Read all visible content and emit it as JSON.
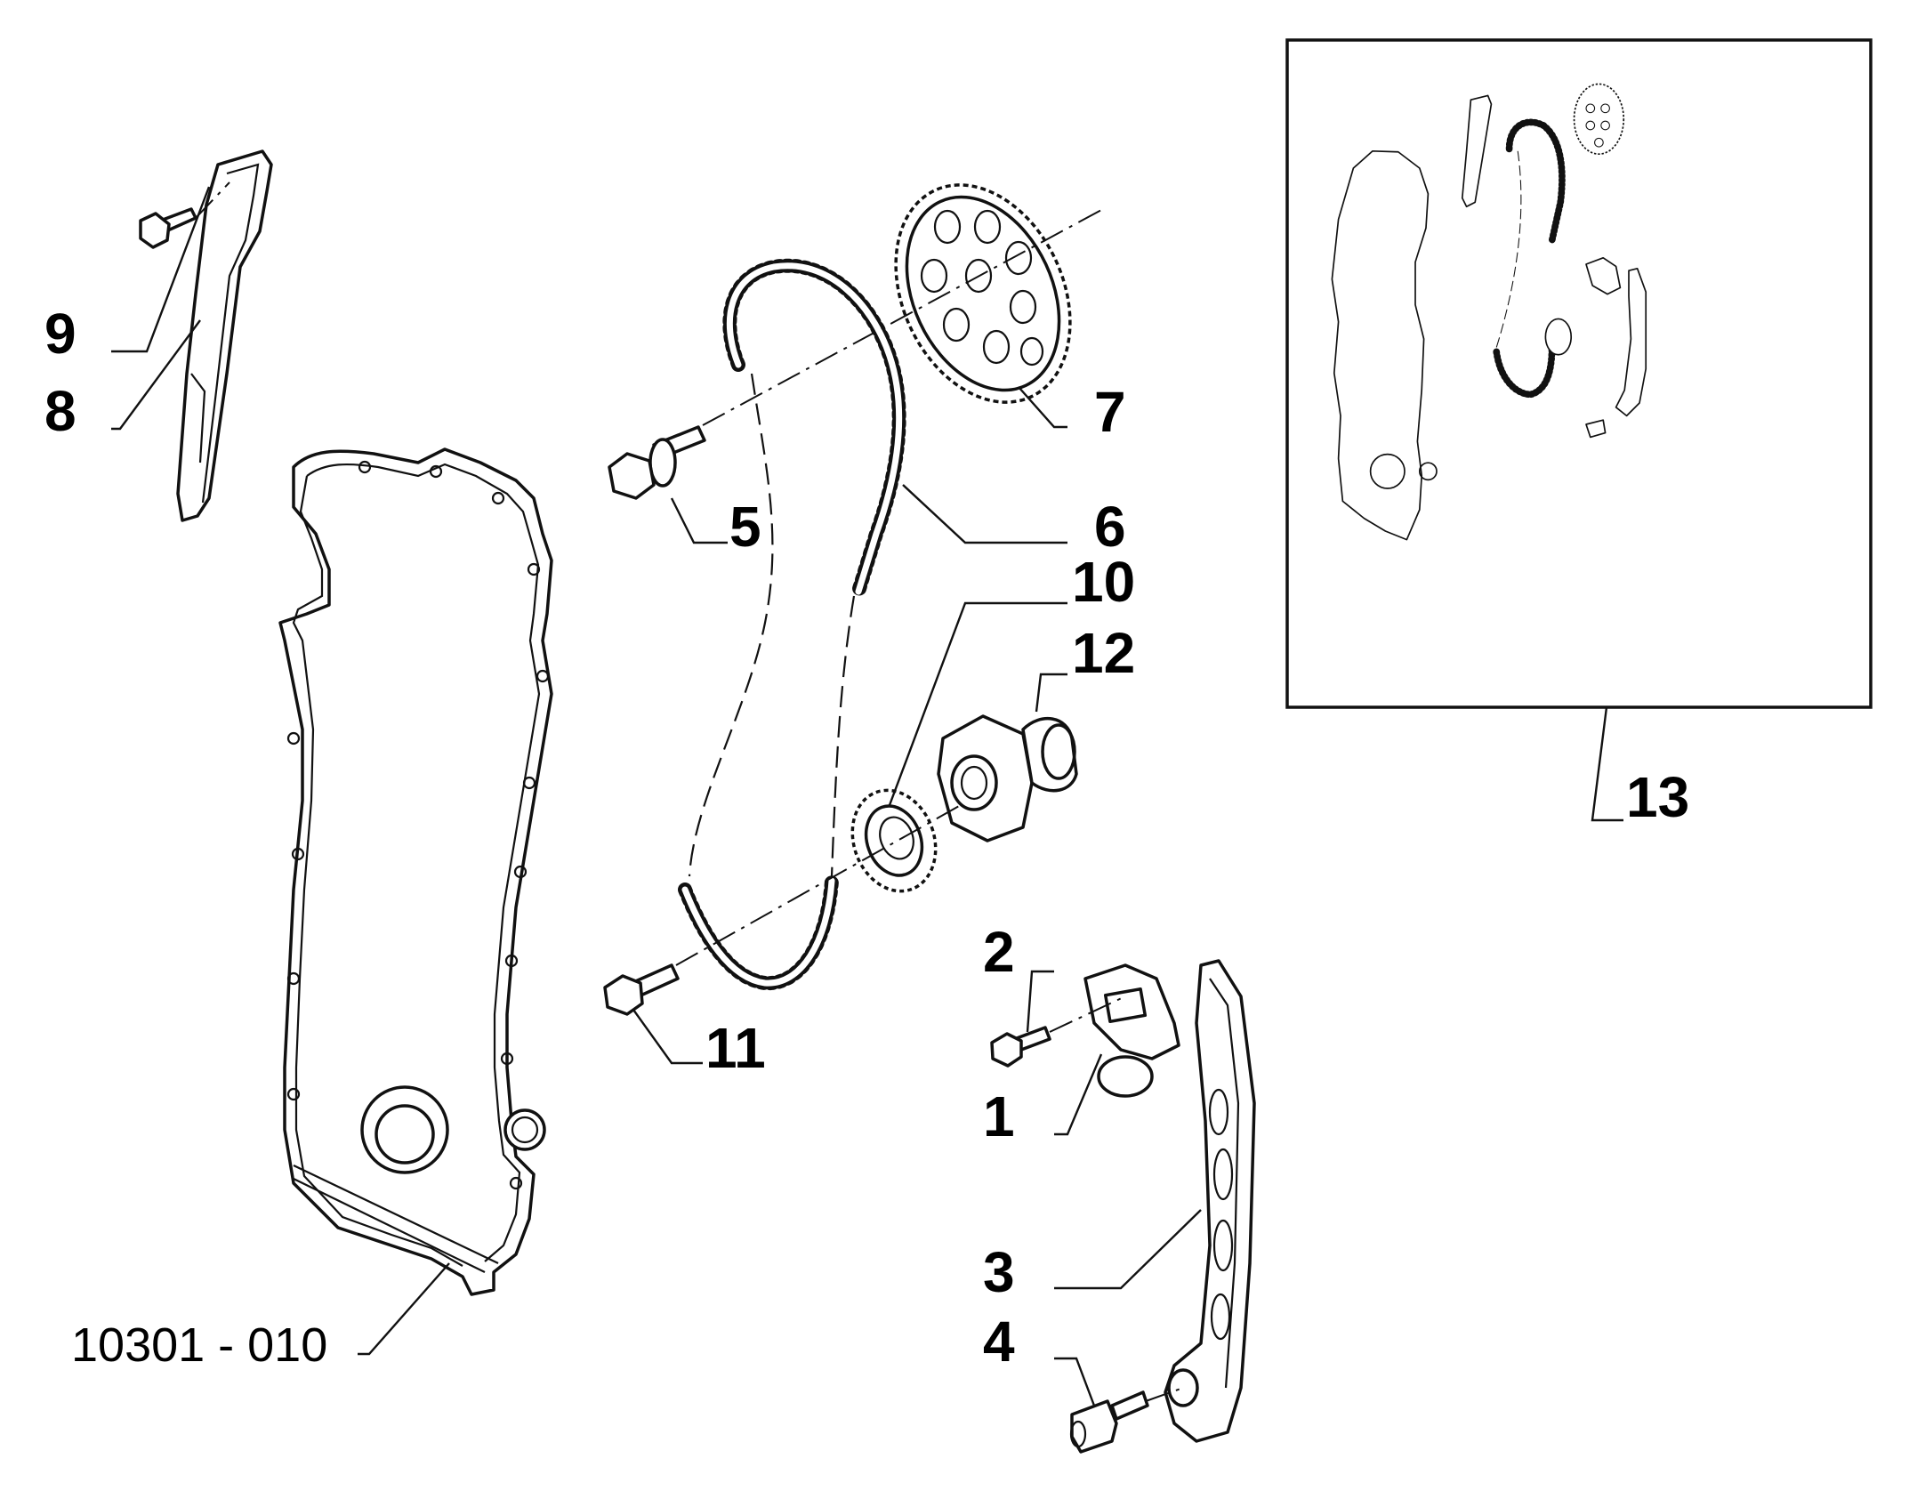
{
  "reference_code": "10301 - 010",
  "callouts": [
    {
      "id": "1",
      "label": "1"
    },
    {
      "id": "2",
      "label": "2"
    },
    {
      "id": "3",
      "label": "3"
    },
    {
      "id": "4",
      "label": "4"
    },
    {
      "id": "5",
      "label": "5"
    },
    {
      "id": "6",
      "label": "6"
    },
    {
      "id": "7",
      "label": "7"
    },
    {
      "id": "8",
      "label": "8"
    },
    {
      "id": "9",
      "label": "9"
    },
    {
      "id": "10",
      "label": "10"
    },
    {
      "id": "11",
      "label": "11"
    },
    {
      "id": "12",
      "label": "12"
    },
    {
      "id": "13",
      "label": "13"
    }
  ]
}
